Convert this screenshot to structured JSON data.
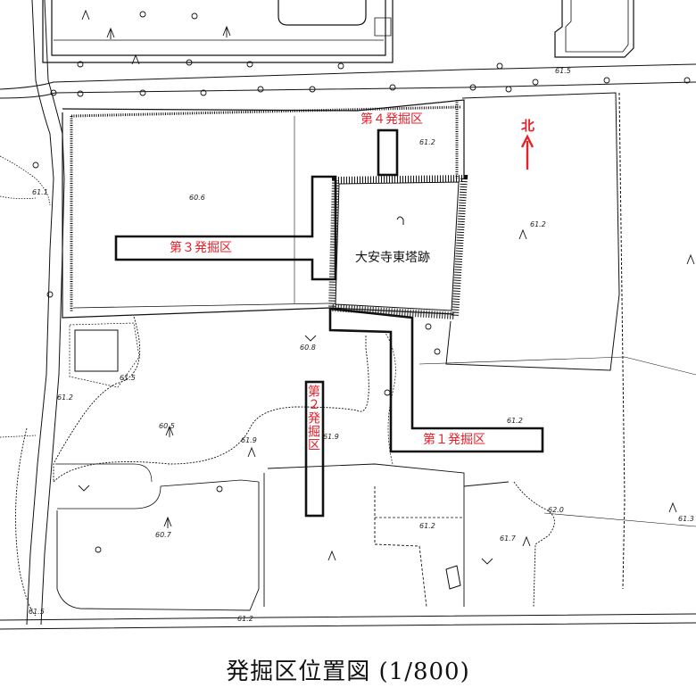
{
  "title": "発掘区位置図 (1/800)",
  "map": {
    "north_label": "北",
    "site_label": "大安寺東塔跡",
    "accent_color": "#e8202a",
    "line_color": "#111111",
    "excavation_areas": [
      {
        "id": "area-1",
        "label": "第１発掘区"
      },
      {
        "id": "area-2",
        "label": "第２発掘区"
      },
      {
        "id": "area-3",
        "label": "第３発掘区"
      },
      {
        "id": "area-4",
        "label": "第４発掘区"
      }
    ],
    "elevations": [
      "61.5",
      "61.2",
      "60.6",
      "61.1",
      "61.2",
      "61.5",
      "61.2",
      "60.5",
      "60.8",
      "61.9",
      "61.9",
      "61.2",
      "62.0",
      "61.2",
      "61.7",
      "60.7",
      "61.5",
      "61.2",
      "61.3"
    ],
    "map_symbols": [
      "tree-symbol",
      "field-symbol",
      "dry-field-symbol"
    ]
  }
}
